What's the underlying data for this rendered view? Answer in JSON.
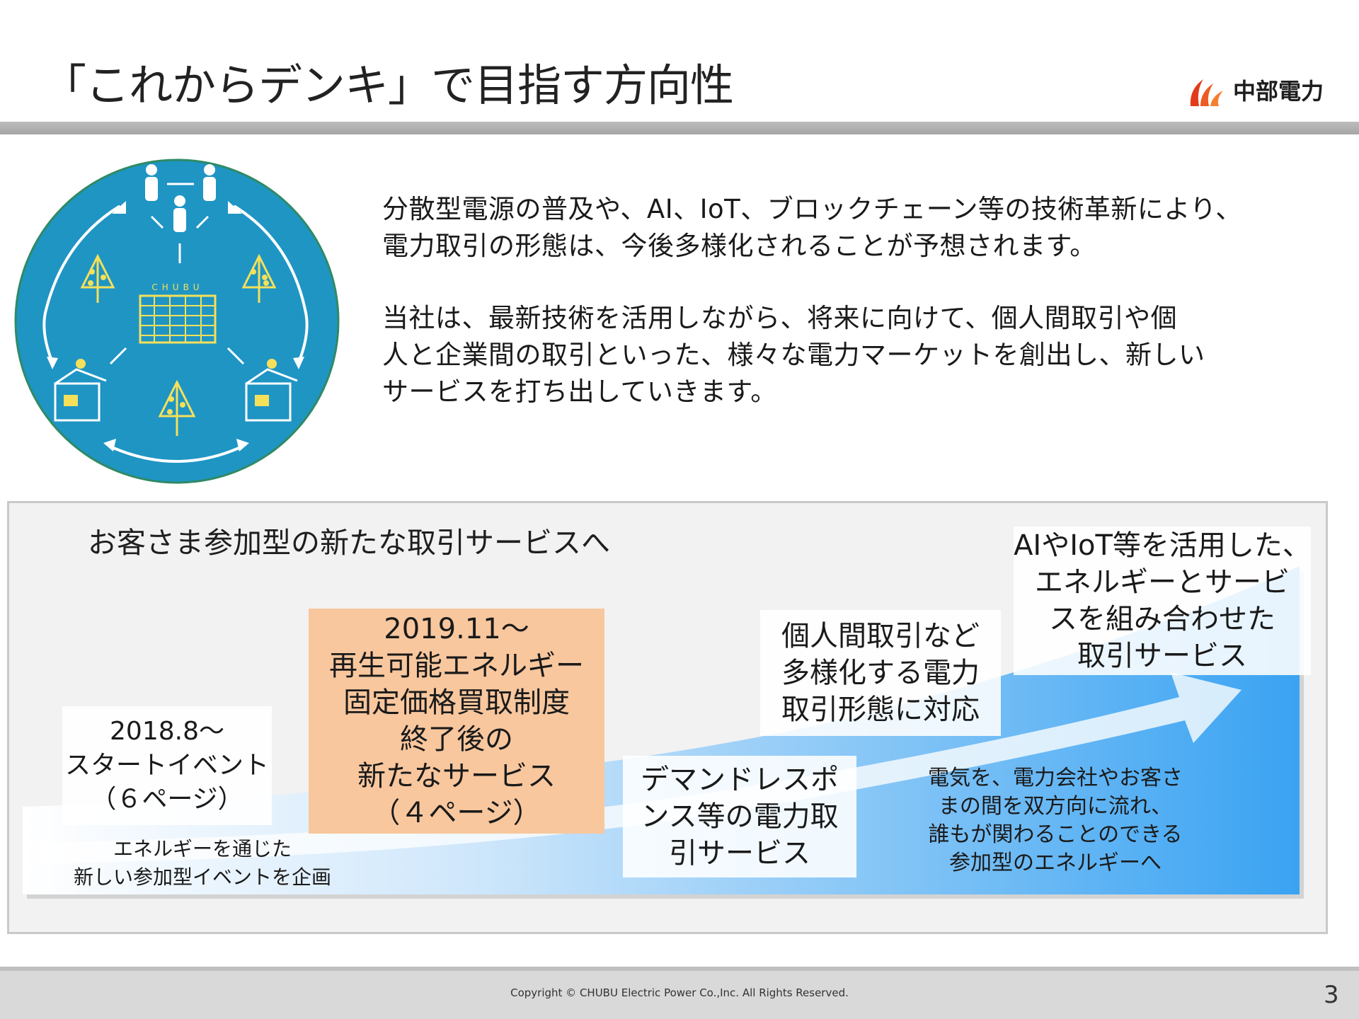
{
  "header": {
    "title": "「これからデンキ」で目指す方向性",
    "logo_text": "中部電力"
  },
  "illustration": {
    "building_label": "CHUBU",
    "colors": {
      "circle": "#1f95c4",
      "line": "#ffffff",
      "accent": "#f5e05a"
    }
  },
  "intro": {
    "paragraph1": [
      "分散型電源の普及や、AI、IoT、ブロックチェーン等の技術革新により、",
      "電力取引の形態は、今後多様化されることが予想されます。"
    ],
    "paragraph2": [
      "当社は、最新技術を活用しながら、将来に向けて、個人間取引や個",
      "人と企業間の取引といった、様々な電力マーケットを創出し、新しい",
      "サービスを打ち出していきます。"
    ]
  },
  "roadmap": {
    "title": "お客さま参加型の新たな取引サービスへ",
    "steps": {
      "start_event": [
        "2018.8～",
        "スタートイベント",
        "（６ページ）"
      ],
      "fit_service": [
        "2019.11～",
        "再生可能エネルギー",
        "固定価格買取制度",
        "終了後の",
        "新たなサービス",
        "（４ページ）"
      ],
      "demand_response": [
        "デマンドレスポ",
        "ンス等の電力取",
        "引サービス"
      ],
      "p2p": [
        "個人間取引など",
        "多様化する電力",
        "取引形態に対応"
      ],
      "ai_iot": [
        "AIやIoT等を活用した、",
        "エネルギーとサービ",
        "スを組み合わせた",
        "取引サービス"
      ]
    },
    "event_caption": [
      "エネルギーを通じた",
      "新しい参加型イベントを企画"
    ],
    "vision_caption": [
      "電気を、電力会社やお客さ",
      "まの間を双方向に流れ、",
      "誰もが関わることのできる",
      "参加型のエネルギーへ"
    ],
    "colors": {
      "arrow_light": "#dff0fc",
      "arrow_dark": "#3aa3f2",
      "highlight_box": "#f8c79e",
      "logo_red": "#e23b1c"
    }
  },
  "footer": {
    "copyright": "Copyright © CHUBU Electric Power Co.,Inc. All Rights Reserved.",
    "page_number": "3"
  }
}
